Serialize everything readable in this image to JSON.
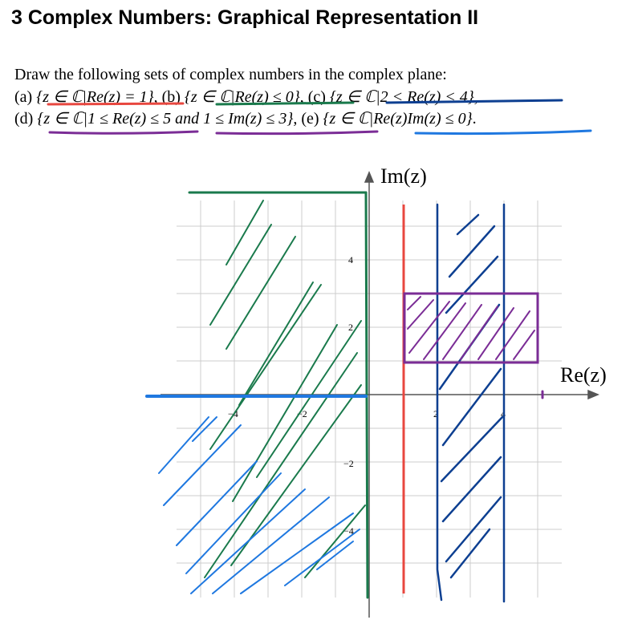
{
  "title": "3 Complex Numbers: Graphical Representation II",
  "instruction": "Draw the following sets of complex numbers in the complex plane:",
  "items": {
    "a_prefix": "(a) ",
    "a_set": "{z ∈ ℂ|Re(z) = 1}",
    "b_prefix": ", (b) ",
    "b_set": "{z ∈ ℂ|Re(z) ≤ 0}",
    "c_prefix": ", (c) ",
    "c_set": "{z ∈ ℂ|2 < Re(z) < 4},",
    "d_prefix": "(d) ",
    "d_set_a": "{z ∈ ℂ|1 ≤ Re(z) ≤ 5 ",
    "d_and": " and ",
    "d_set_b": " 1 ≤ Im(z) ≤ 3}",
    "e_prefix": ", (e) ",
    "e_set": "{z ∈ ℂ|Re(z)Im(z) ≤ 0}",
    "e_suffix": "."
  },
  "plot": {
    "im_label": "Im(z)",
    "re_label": "Re(z)",
    "x_ticks": [
      "−4",
      "−2",
      "2",
      "4"
    ],
    "y_ticks": [
      "4",
      "2",
      "−2",
      "−4"
    ],
    "colors": {
      "a": "#e8473f",
      "b": "#1a7a4c",
      "c": "#0d3f91",
      "d": "#7b2d96",
      "e": "#1f78e0"
    }
  }
}
